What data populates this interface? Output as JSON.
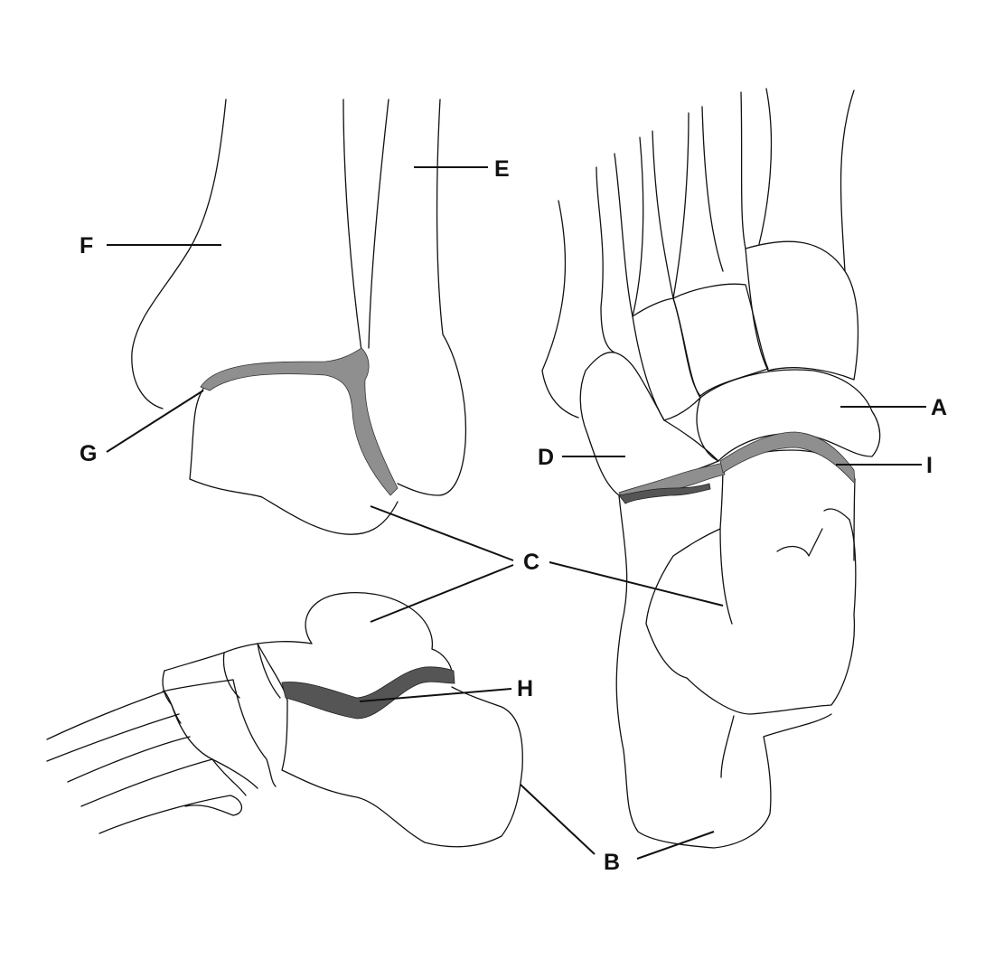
{
  "labels": {
    "A": "A",
    "B": "B",
    "C": "C",
    "D": "D",
    "E": "E",
    "F": "F",
    "G": "G",
    "H": "H",
    "I": "I"
  },
  "colors": {
    "outline": "#111111",
    "joint_space_light": "#8f8f8f",
    "joint_space_dark": "#555555",
    "background": "#ffffff"
  }
}
